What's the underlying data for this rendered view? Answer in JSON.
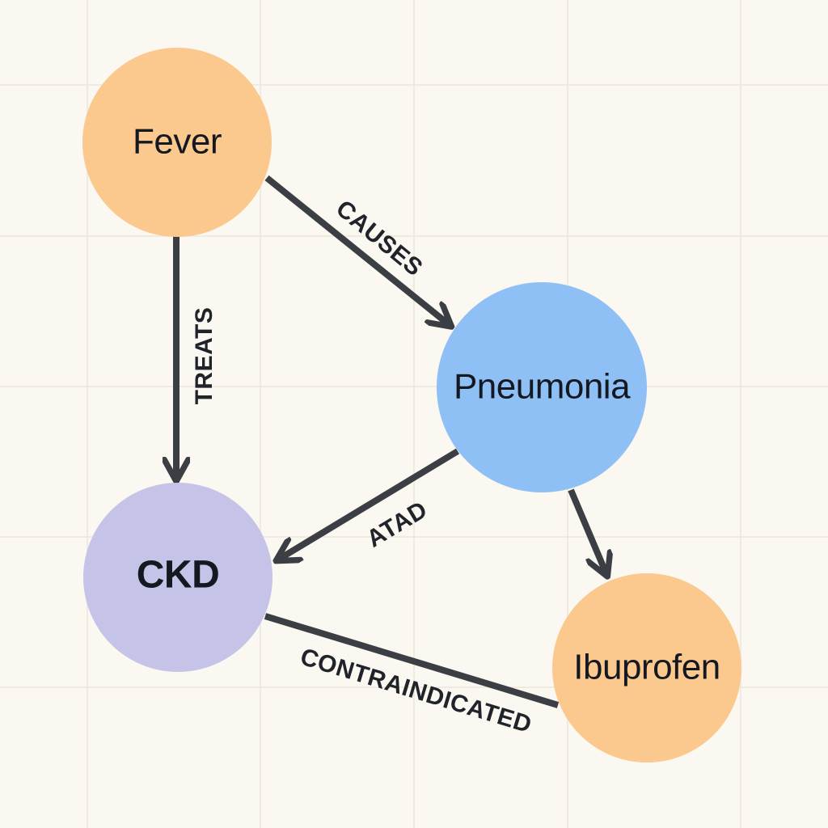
{
  "nodes": {
    "fever": {
      "label": "Fever",
      "color": "#fbc98e"
    },
    "pneumonia": {
      "label": "Pneumonia",
      "color": "#8fc0f5"
    },
    "ckd": {
      "label": "CKD",
      "color": "#c6c3e8"
    },
    "ibuprofen": {
      "label": "Ibuprofen",
      "color": "#fbc98e"
    }
  },
  "edges": {
    "fever_pneumonia": {
      "label": "CAUSES"
    },
    "fever_ckd": {
      "label": "TREATS"
    },
    "pneumonia_ckd": {
      "label": "ATAD"
    },
    "ckd_ibuprofen": {
      "label": "CONTRAINDICATED"
    }
  },
  "colors": {
    "background": "#fbf7f1",
    "grid": "#ece6dc",
    "edge": "#3b3f43",
    "text": "#141820"
  }
}
